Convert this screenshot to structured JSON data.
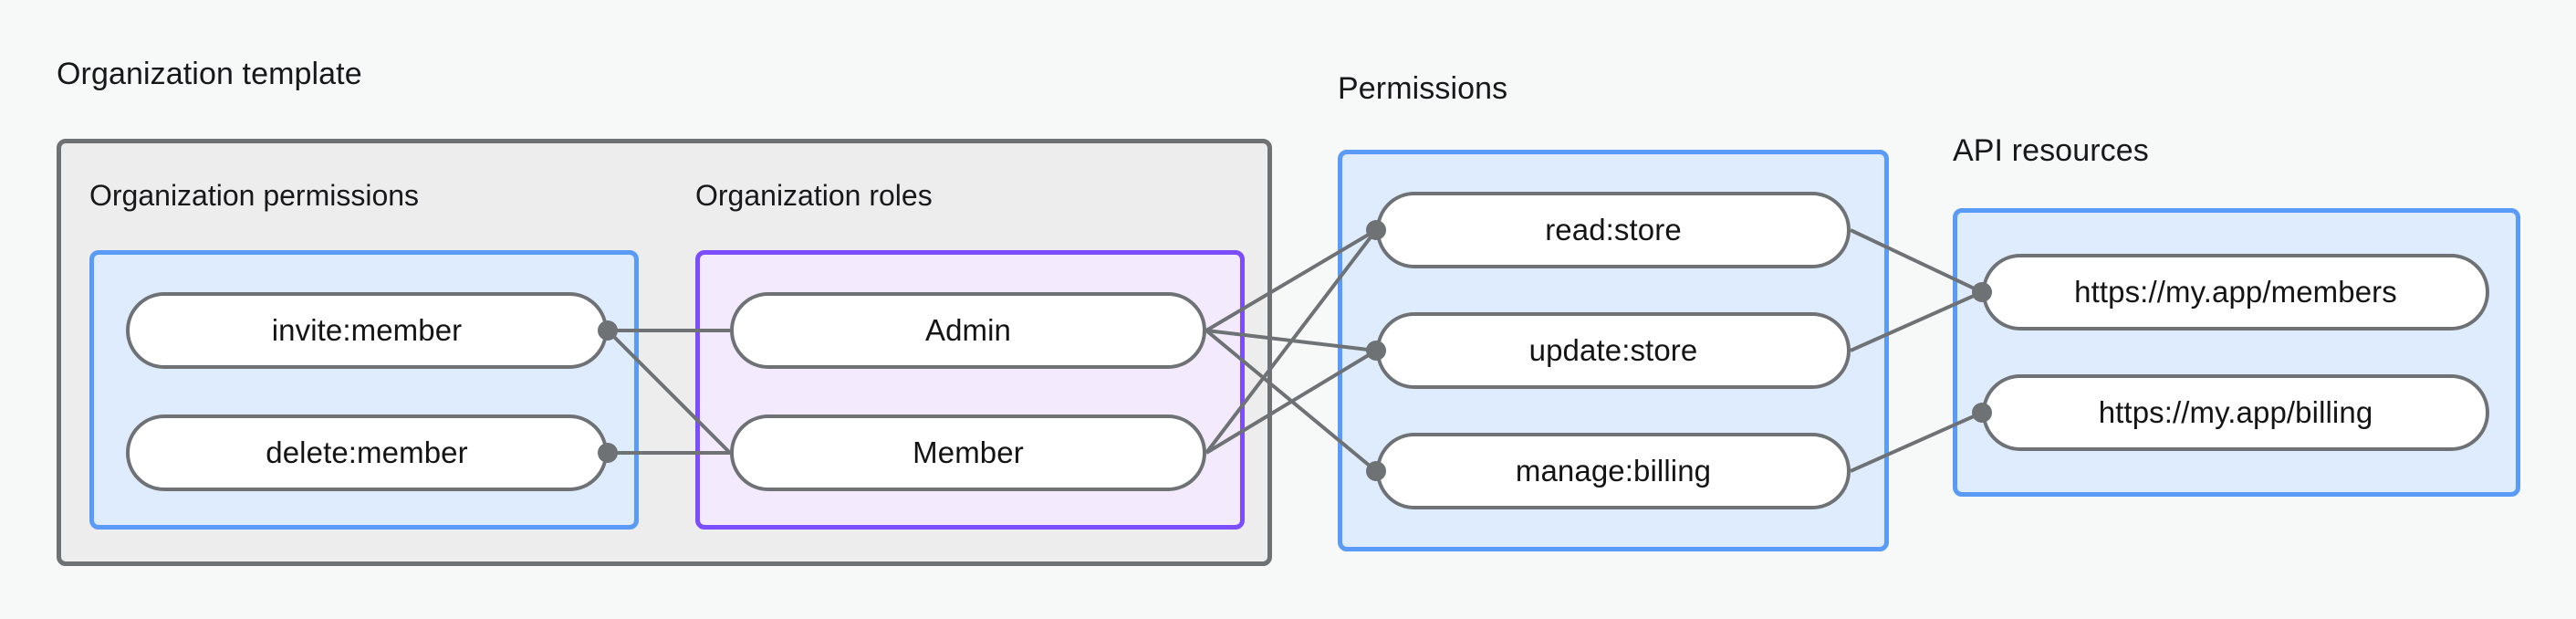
{
  "diagram": {
    "title_visible": false,
    "background_color": "#f7f8f8",
    "sections": [
      {
        "id": "organization-template",
        "label": "Organization template",
        "border_color": "#6e7275",
        "fill_color": "#ededed"
      },
      {
        "id": "permissions",
        "label": "Permissions",
        "border_color": "#5b9bf8",
        "fill_color": "#dfecfd"
      },
      {
        "id": "api-resources",
        "label": "API resources",
        "border_color": "#5b9bf8",
        "fill_color": "#dfecfd"
      }
    ],
    "groups": [
      {
        "id": "organization-permissions",
        "label": "Organization permissions",
        "border_color": "#5b9bf8",
        "fill_color": "#dfecfd"
      },
      {
        "id": "organization-roles",
        "label": "Organization roles",
        "border_color": "#7c4dff",
        "fill_color": "#f3eafd"
      }
    ],
    "nodes": {
      "organization_permissions": [
        {
          "id": "invite-member",
          "label": "invite:member"
        },
        {
          "id": "delete-member",
          "label": "delete:member"
        }
      ],
      "organization_roles": [
        {
          "id": "admin",
          "label": "Admin"
        },
        {
          "id": "member",
          "label": "Member"
        }
      ],
      "permissions": [
        {
          "id": "read-store",
          "label": "read:store"
        },
        {
          "id": "update-store",
          "label": "update:store"
        },
        {
          "id": "manage-billing",
          "label": "manage:billing"
        }
      ],
      "api_resources": [
        {
          "id": "members-url",
          "label": "https://my.app/members"
        },
        {
          "id": "billing-url",
          "label": "https://my.app/billing"
        }
      ]
    },
    "edges": [
      {
        "from": "invite-member",
        "to": "admin"
      },
      {
        "from": "invite-member",
        "to": "member"
      },
      {
        "from": "delete-member",
        "to": "member"
      },
      {
        "from": "admin",
        "to": "read-store"
      },
      {
        "from": "admin",
        "to": "update-store"
      },
      {
        "from": "admin",
        "to": "manage-billing"
      },
      {
        "from": "member",
        "to": "read-store"
      },
      {
        "from": "member",
        "to": "update-store"
      },
      {
        "from": "read-store",
        "to": "members-url"
      },
      {
        "from": "update-store",
        "to": "members-url"
      },
      {
        "from": "manage-billing",
        "to": "billing-url"
      }
    ],
    "edge_color": "#6e7275",
    "node_border_color": "#6e7275",
    "node_fill_color": "#ffffff"
  }
}
